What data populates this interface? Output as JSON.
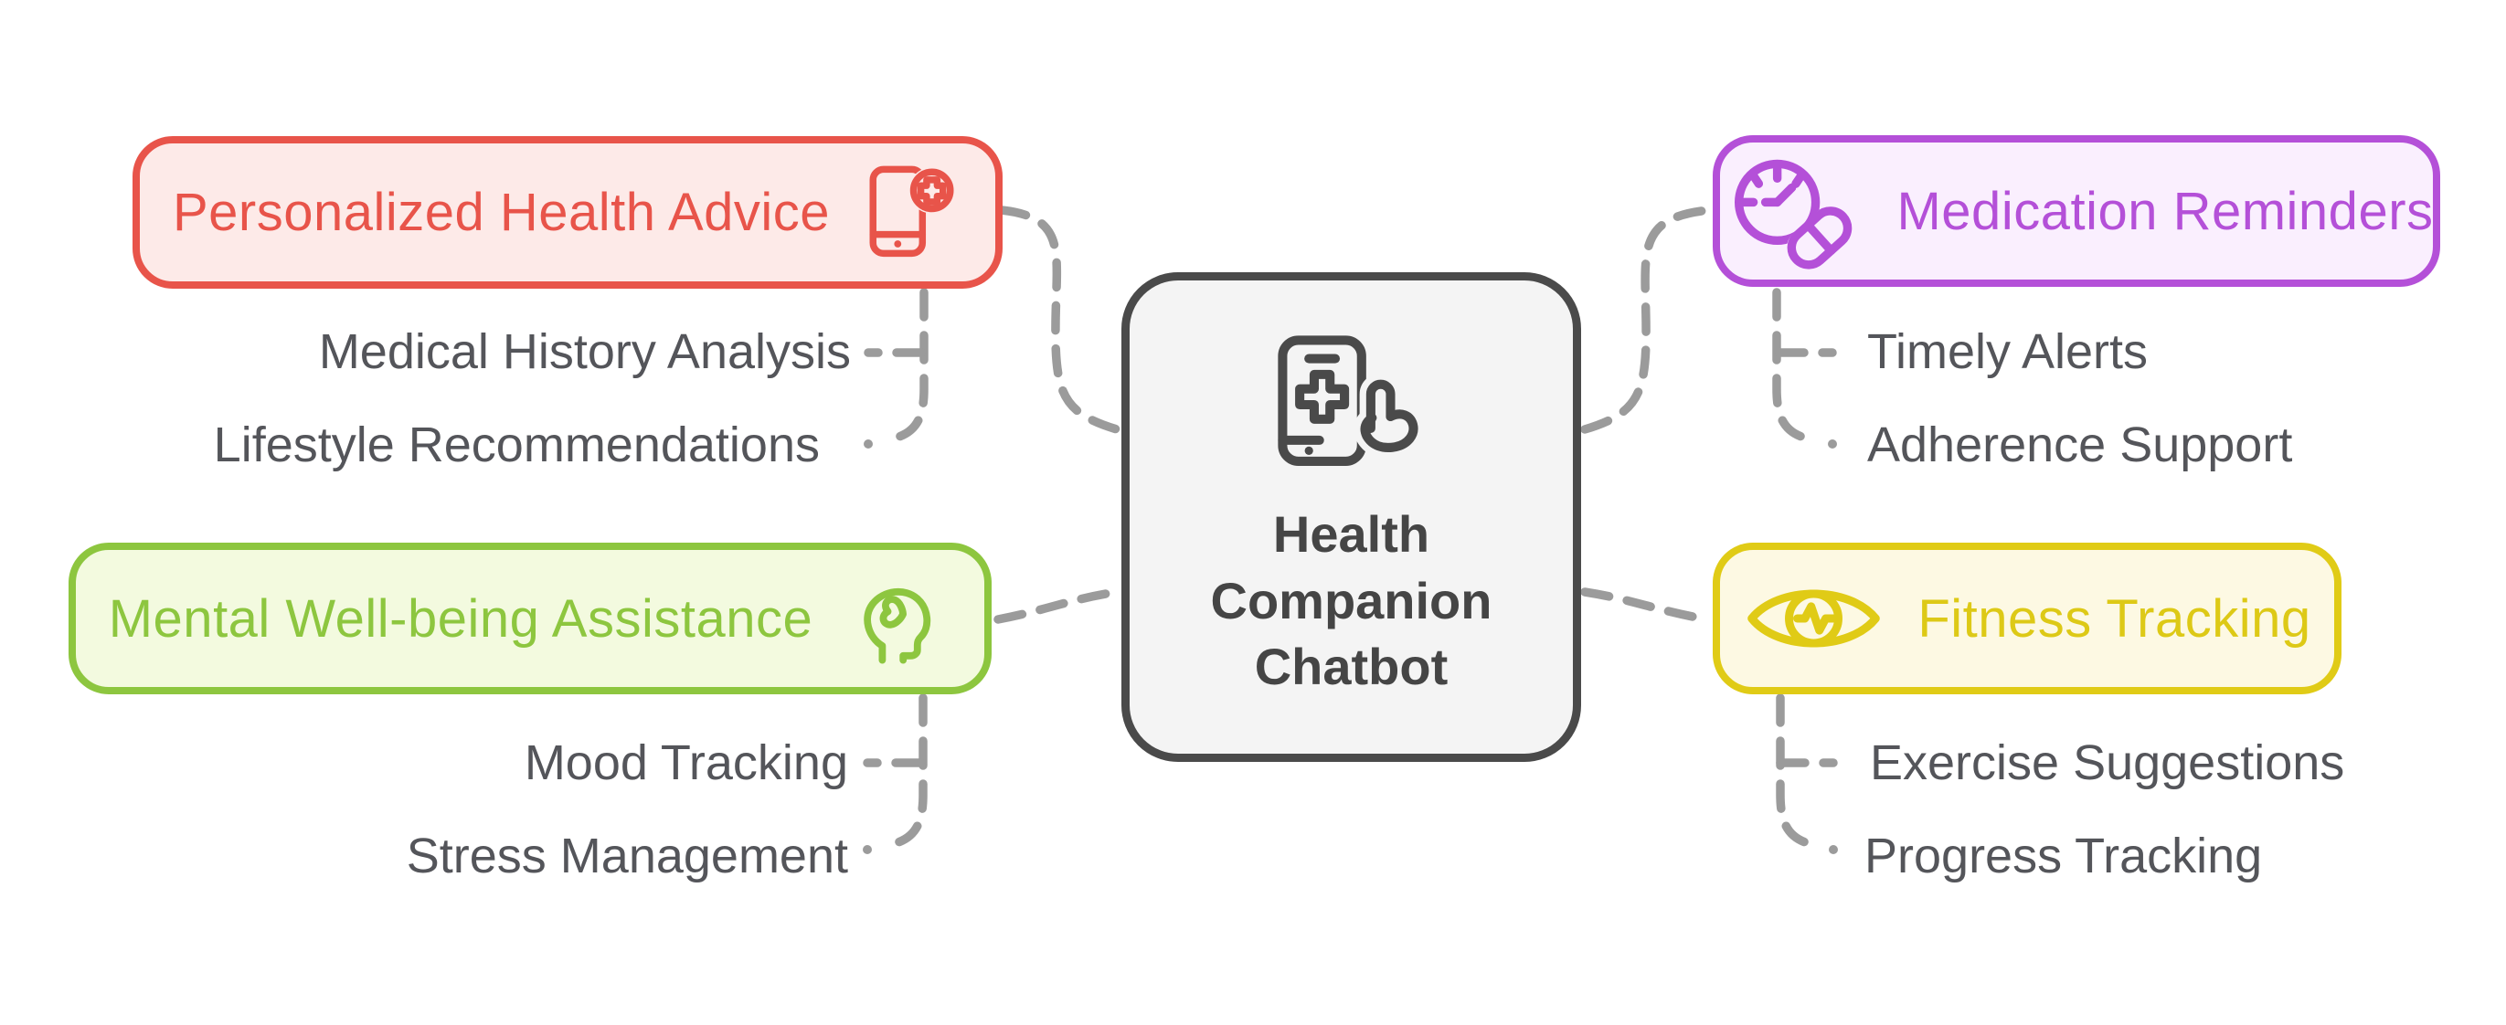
{
  "canvas": {
    "background": "#ffffff",
    "connector_color": "#9b9b9b",
    "subitem_text_color": "#54555a"
  },
  "center": {
    "title": "Health Companion Chatbot",
    "icon": "phone-tap-medical-icon",
    "fill": "#f4f4f4",
    "border": "#4a4a4a",
    "text_color": "#454545"
  },
  "branches": [
    {
      "id": "personalized-health-advice",
      "label": "Personalized Health Advice",
      "icon": "phone-medical-plus-icon",
      "accent": "#e8544a",
      "fill": "#fdeae8",
      "position": "top-left",
      "items": [
        "Medical History Analysis",
        "Lifestyle Recommendations"
      ]
    },
    {
      "id": "medication-reminders",
      "label": "Medication Reminders",
      "icon": "timer-pill-icon",
      "accent": "#b450d8",
      "fill": "#faeffe",
      "position": "top-right",
      "items": [
        "Timely Alerts",
        "Adherence Support"
      ]
    },
    {
      "id": "mental-well-being-assistance",
      "label": "Mental Well-being Assistance",
      "icon": "head-heart-icon",
      "accent": "#8dc63f",
      "fill": "#f3fadf",
      "position": "bottom-left",
      "items": [
        "Mood Tracking",
        "Stress Management"
      ]
    },
    {
      "id": "fitness-tracking",
      "label": "Fitness Tracking",
      "icon": "eye-pulse-icon",
      "accent": "#e0cb16",
      "fill": "#fdf9e3",
      "position": "bottom-right",
      "items": [
        "Exercise Suggestions",
        "Progress Tracking"
      ]
    }
  ]
}
